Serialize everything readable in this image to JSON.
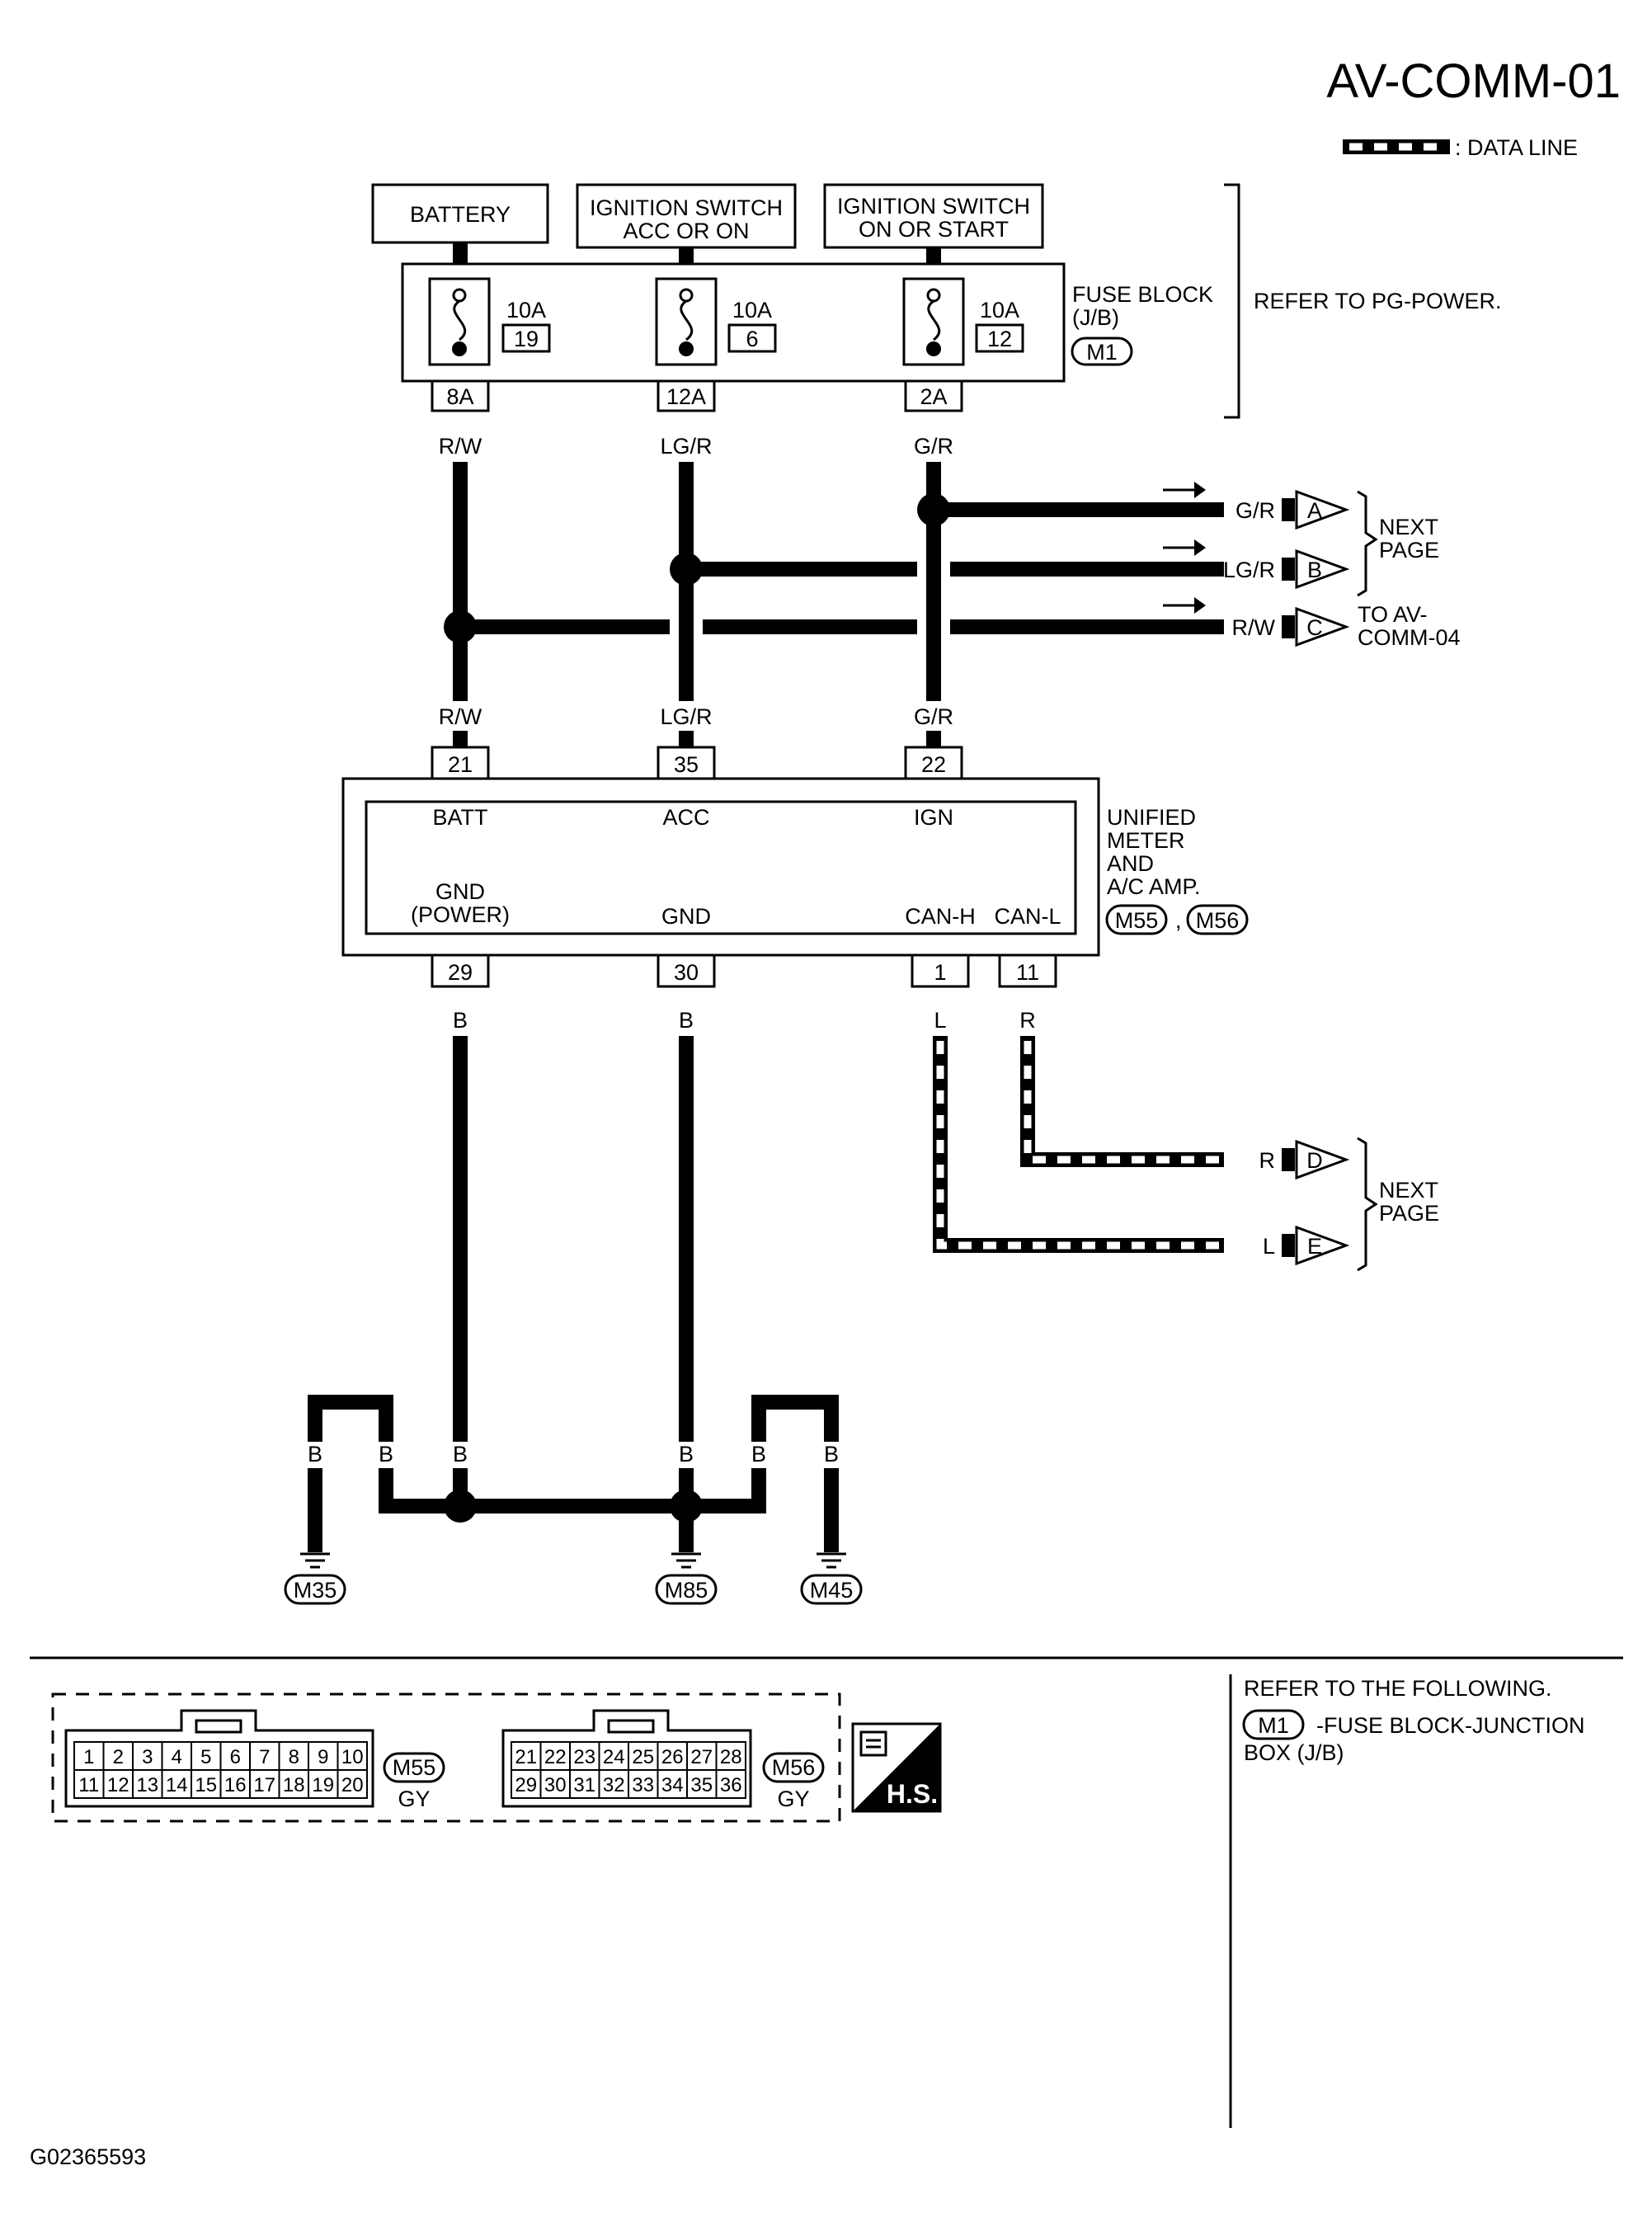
{
  "header": {
    "title": "AV-COMM-01",
    "legend_label": ": DATA LINE"
  },
  "supplies": [
    {
      "label": "BATTERY"
    },
    {
      "label_line1": "IGNITION SWITCH",
      "label_line2": "ACC OR ON"
    },
    {
      "label_line1": "IGNITION SWITCH",
      "label_line2": "ON OR START"
    }
  ],
  "fuse_block": {
    "name_line1": "FUSE BLOCK",
    "name_line2": "(J/B)",
    "connector": "M1",
    "refer": "REFER TO PG-POWER.",
    "fuses": [
      {
        "rating": "10A",
        "number": "19",
        "terminal": "8A"
      },
      {
        "rating": "10A",
        "number": "6",
        "terminal": "12A"
      },
      {
        "rating": "10A",
        "number": "12",
        "terminal": "2A"
      }
    ]
  },
  "wires": {
    "rw": "R/W",
    "lgr": "LG/R",
    "gr": "G/R",
    "b": "B",
    "l": "L",
    "r": "R"
  },
  "links": [
    {
      "color": "G/R",
      "letter": "A"
    },
    {
      "color": "LG/R",
      "letter": "B"
    },
    {
      "color": "R/W",
      "letter": "C"
    },
    {
      "color": "R",
      "letter": "D"
    },
    {
      "color": "L",
      "letter": "E"
    }
  ],
  "link_notes": {
    "next_line1": "NEXT",
    "next_line2": "PAGE",
    "to_line1": "TO AV-",
    "to_line2": "COMM-04"
  },
  "unit": {
    "name_lines": [
      "UNIFIED",
      "METER",
      "AND",
      "A/C AMP."
    ],
    "connectors": [
      "M55",
      "M56"
    ],
    "separator": ",",
    "top_terminals": [
      {
        "pin": "21",
        "label": "BATT"
      },
      {
        "pin": "35",
        "label": "ACC"
      },
      {
        "pin": "22",
        "label": "IGN"
      }
    ],
    "bottom_terminals": [
      {
        "pin": "29",
        "label_line1": "GND",
        "label_line2": "(POWER)"
      },
      {
        "pin": "30",
        "label": "GND"
      },
      {
        "pin": "1",
        "label": "CAN-H"
      },
      {
        "pin": "11",
        "label": "CAN-L"
      }
    ]
  },
  "grounds": [
    "M35",
    "M85",
    "M45"
  ],
  "connector_views": [
    {
      "id": "M55",
      "color": "GY",
      "row1": [
        "1",
        "2",
        "3",
        "4",
        "5",
        "6",
        "7",
        "8",
        "9",
        "10"
      ],
      "row2": [
        "11",
        "12",
        "13",
        "14",
        "15",
        "16",
        "17",
        "18",
        "19",
        "20"
      ]
    },
    {
      "id": "M56",
      "color": "GY",
      "row1": [
        "21",
        "22",
        "23",
        "24",
        "25",
        "26",
        "27",
        "28"
      ],
      "row2": [
        "29",
        "30",
        "31",
        "32",
        "33",
        "34",
        "35",
        "36"
      ]
    }
  ],
  "hs_label": "H.S.",
  "refer_box": {
    "line1": "REFER TO THE FOLLOWING.",
    "connector": "M1",
    "line2": "-FUSE BLOCK-JUNCTION",
    "line3": "BOX (J/B)"
  },
  "figure_id": "G02365593"
}
